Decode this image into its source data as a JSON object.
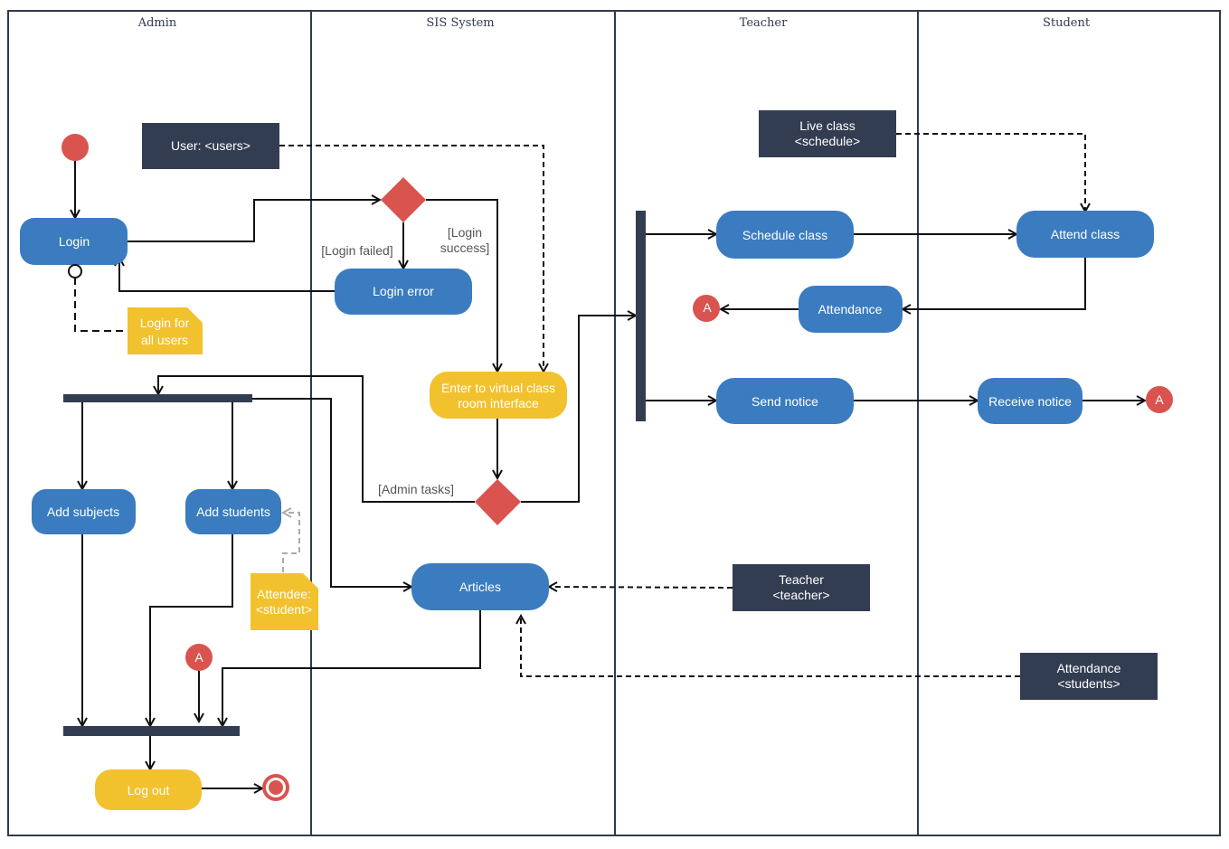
{
  "lanes": [
    "Admin",
    "SIS System",
    "Teacher",
    "Student"
  ],
  "colors": {
    "action": "#3a7cbf",
    "note": "#f2c12e",
    "object": "#333d52",
    "decision": "#d9534f",
    "start": "#d9534f",
    "bar": "#333d52",
    "border": "#2f3a4f"
  },
  "actions": {
    "login": "Login",
    "login_error": "Login error",
    "enter_virtual_1": "Enter to virtual class",
    "enter_virtual_2": "room interface",
    "add_subjects": "Add subjects",
    "add_students": "Add students",
    "articles": "Articles",
    "log_out": "Log out",
    "schedule_class": "Schedule class",
    "attend_class": "Attend class",
    "attendance": "Attendance",
    "send_notice": "Send notice",
    "receive_notice": "Receive notice"
  },
  "objects": {
    "user_1": "User: <users>",
    "live_class_1": "Live class",
    "live_class_2": "<schedule>",
    "teacher_1": "Teacher",
    "teacher_2": "<teacher>",
    "attendance_students_1": "Attendance",
    "attendance_students_2": "<students>"
  },
  "notes": {
    "login_for_1": "Login for",
    "login_for_2": "all users",
    "attendee_1": "Attendee:",
    "attendee_2": "<student>"
  },
  "guards": {
    "login_failed": "[Login failed]",
    "login_success_1": "[Login",
    "login_success_2": "success]",
    "admin_tasks": "[Admin tasks]"
  },
  "connectors": {
    "a_symbol": "A"
  }
}
